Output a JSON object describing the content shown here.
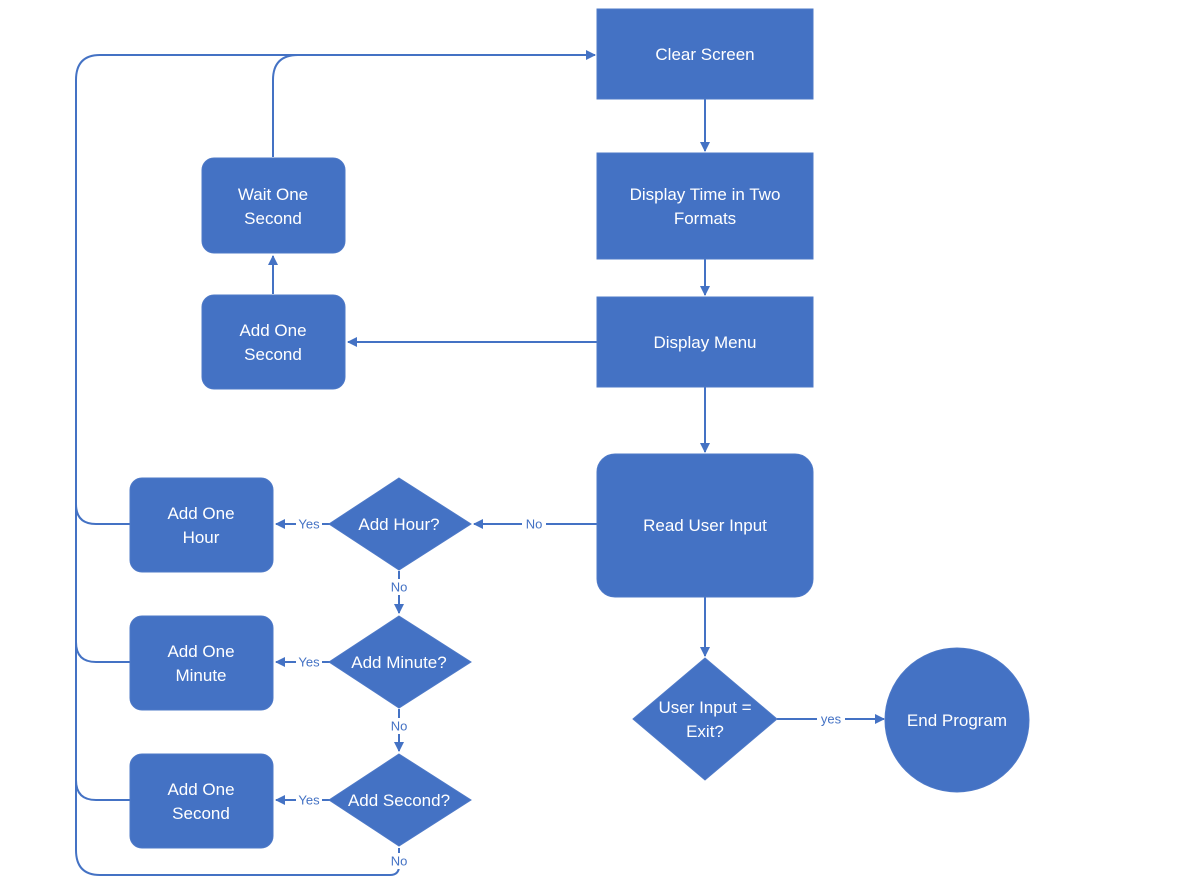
{
  "colors": {
    "shape_fill": "#4472c4",
    "shape_stroke": "#4e79c7",
    "connector": "#4472c4",
    "label_text": "#4472c4",
    "node_text": "#ffffff",
    "background": "#ffffff"
  },
  "nodes": {
    "clear_screen": {
      "line1": "Clear Screen"
    },
    "display_time": {
      "line1": "Display Time in Two",
      "line2": "Formats"
    },
    "display_menu": {
      "line1": "Display Menu"
    },
    "read_input": {
      "line1": "Read User Input"
    },
    "user_input_exit": {
      "line1": "User Input =",
      "line2": "Exit?"
    },
    "end_program": {
      "line1": "End Program"
    },
    "wait_one_second": {
      "line1": "Wait One",
      "line2": "Second"
    },
    "add_one_second_top": {
      "line1": "Add One",
      "line2": "Second"
    },
    "add_hour_decision": {
      "line1": "Add Hour?"
    },
    "add_minute_decision": {
      "line1": "Add Minute?"
    },
    "add_second_decision": {
      "line1": "Add Second?"
    },
    "add_one_hour": {
      "line1": "Add One",
      "line2": "Hour"
    },
    "add_one_minute": {
      "line1": "Add One",
      "line2": "Minute"
    },
    "add_one_second_bottom": {
      "line1": "Add One",
      "line2": "Second"
    }
  },
  "edge_labels": {
    "read_to_hour": "No",
    "hour_yes": "Yes",
    "hour_no": "No",
    "minute_yes": "Yes",
    "minute_no": "No",
    "second_yes": "Yes",
    "second_no": "No",
    "exit_yes": "yes"
  }
}
